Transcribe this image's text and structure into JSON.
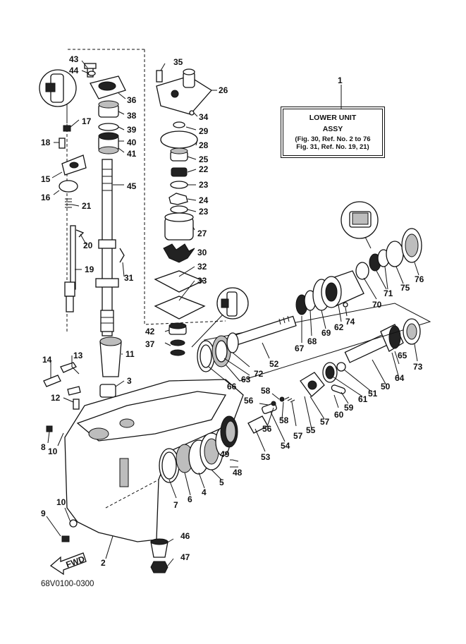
{
  "info_box": {
    "line1": "LOWER UNIT",
    "line2": "ASSY",
    "line3": "(Fig. 30, Ref. No. 2 to 76",
    "line4": "Fig. 31, Ref. No. 19, 21)"
  },
  "drawing_code": "68V0100-0300",
  "fwd_label": "FWD",
  "part_numbers": [
    "1",
    "2",
    "3",
    "4",
    "5",
    "6",
    "7",
    "8",
    "9",
    "10",
    "10",
    "11",
    "12",
    "13",
    "14",
    "15",
    "16",
    "17",
    "18",
    "19",
    "20",
    "21",
    "22",
    "23",
    "23",
    "24",
    "25",
    "26",
    "27",
    "28",
    "29",
    "30",
    "31",
    "32",
    "33",
    "34",
    "35",
    "36",
    "37",
    "38",
    "39",
    "40",
    "41",
    "42",
    "43",
    "44",
    "45",
    "46",
    "47",
    "48",
    "49",
    "50",
    "51",
    "52",
    "53",
    "54",
    "55",
    "56",
    "56",
    "57",
    "57",
    "58",
    "58",
    "59",
    "60",
    "61",
    "62",
    "63",
    "64",
    "65",
    "66",
    "67",
    "68",
    "69",
    "70",
    "71",
    "71",
    "72",
    "73",
    "74",
    "75",
    "76"
  ]
}
